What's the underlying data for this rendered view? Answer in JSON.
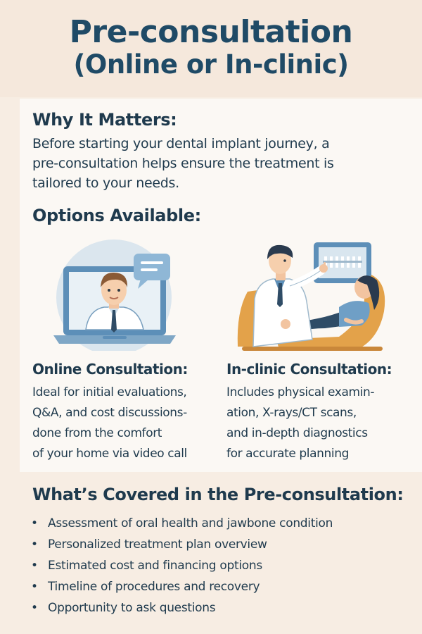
{
  "header": {
    "title_line1": "Pre-consultation",
    "title_line2": "(Online or In-clinic)"
  },
  "why": {
    "heading": "Why It Matters:",
    "text_lines": [
      "Before starting your dental implant journey, a",
      "pre-consultation helps ensure the treatment is",
      "tailored to your needs."
    ]
  },
  "options": {
    "heading": "Options Available:",
    "online": {
      "title": "Online Consultation:",
      "lines": [
        "Ideal for initial evaluations,",
        "Q&A, and cost discussions-",
        "done from the comfort",
        "of your home via video call"
      ]
    },
    "inclinic": {
      "title": "In-clinic Consultation:",
      "lines": [
        "Includes physical examin-",
        "ation, X-rays/CT scans,",
        "and in-depth diagnostics",
        "for accurate planning"
      ]
    }
  },
  "covered": {
    "heading": "What’s Covered in the Pre-consultation:",
    "bullet": "•",
    "items": [
      "Assessment of oral health and jawbone condition",
      "Personalized treatment plan overview",
      "Estimated cost and financing options",
      "Timeline of procedures and recovery",
      "Opportunity to ask questions"
    ]
  },
  "icons": {
    "online": "doctor-on-laptop-video-call-icon",
    "inclinic": "dentist-with-patient-in-chair-icon"
  },
  "colors": {
    "title": "#1f4a66",
    "text": "#1f3a4d",
    "background": "#f7ede3",
    "panel": "#fbf8f4",
    "accent_blue": "#5d8fb8",
    "chair_orange": "#e3a24a"
  }
}
